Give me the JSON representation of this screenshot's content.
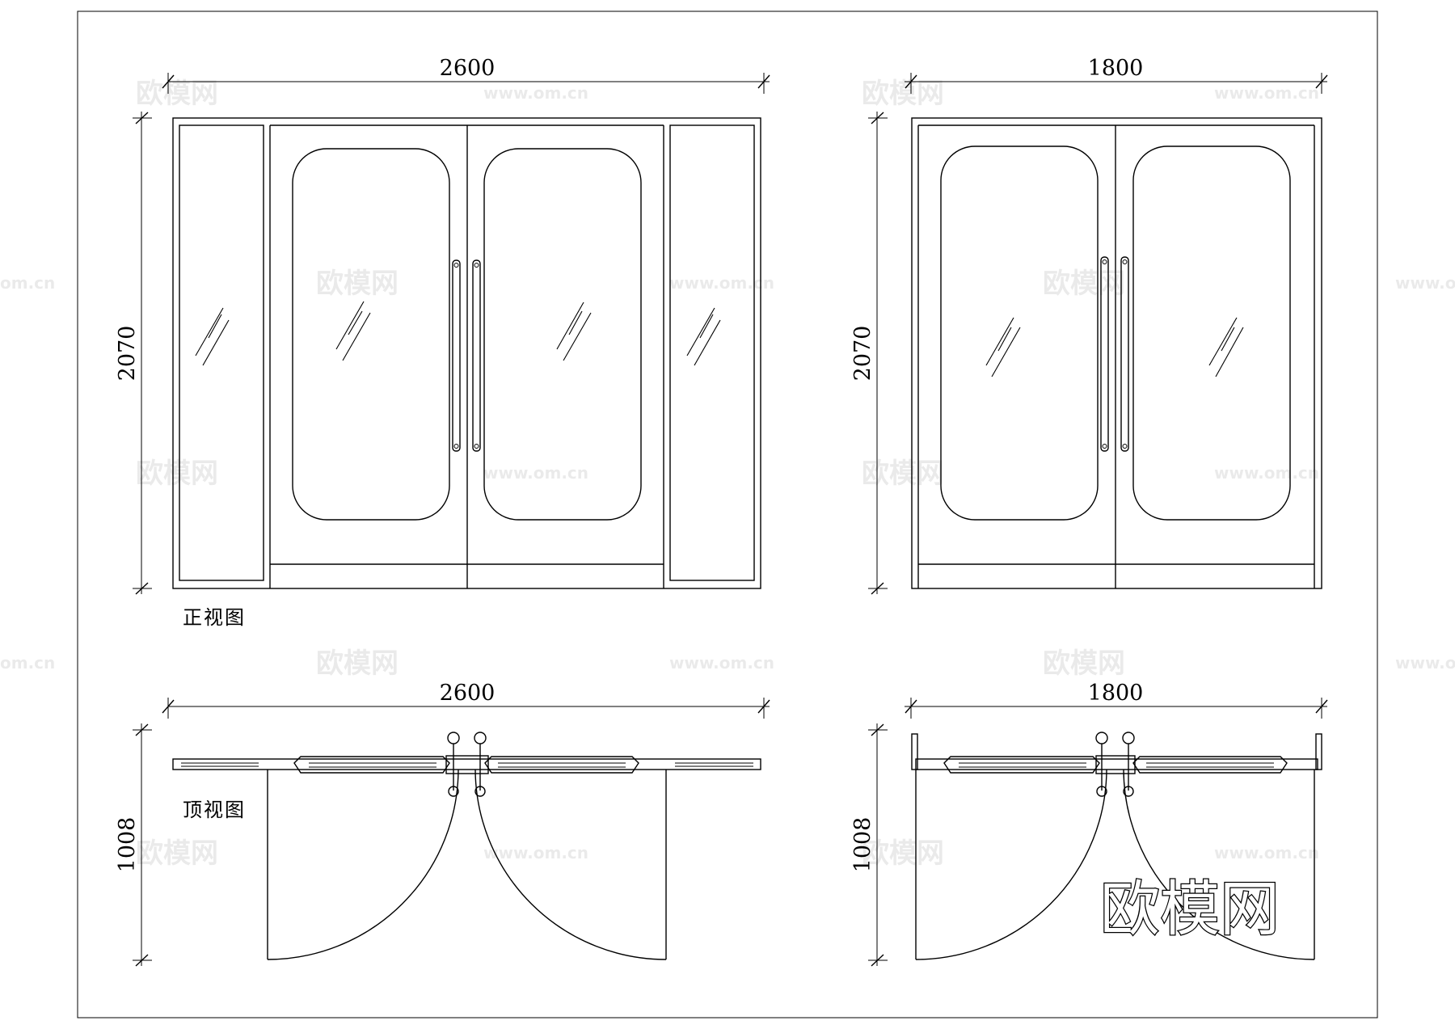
{
  "drawing": {
    "left": {
      "width_dim": "2600",
      "height_dim": "2070",
      "plan_width_dim": "2600",
      "plan_depth_dim": "1008"
    },
    "right": {
      "width_dim": "1800",
      "height_dim": "2070",
      "plan_width_dim": "1800",
      "plan_depth_dim": "1008"
    },
    "labels": {
      "front_view": "正视图",
      "top_view": "顶视图"
    }
  },
  "watermark": {
    "brand": "欧模网",
    "url": "www.om.cn",
    "partial_url": "om.cn"
  }
}
